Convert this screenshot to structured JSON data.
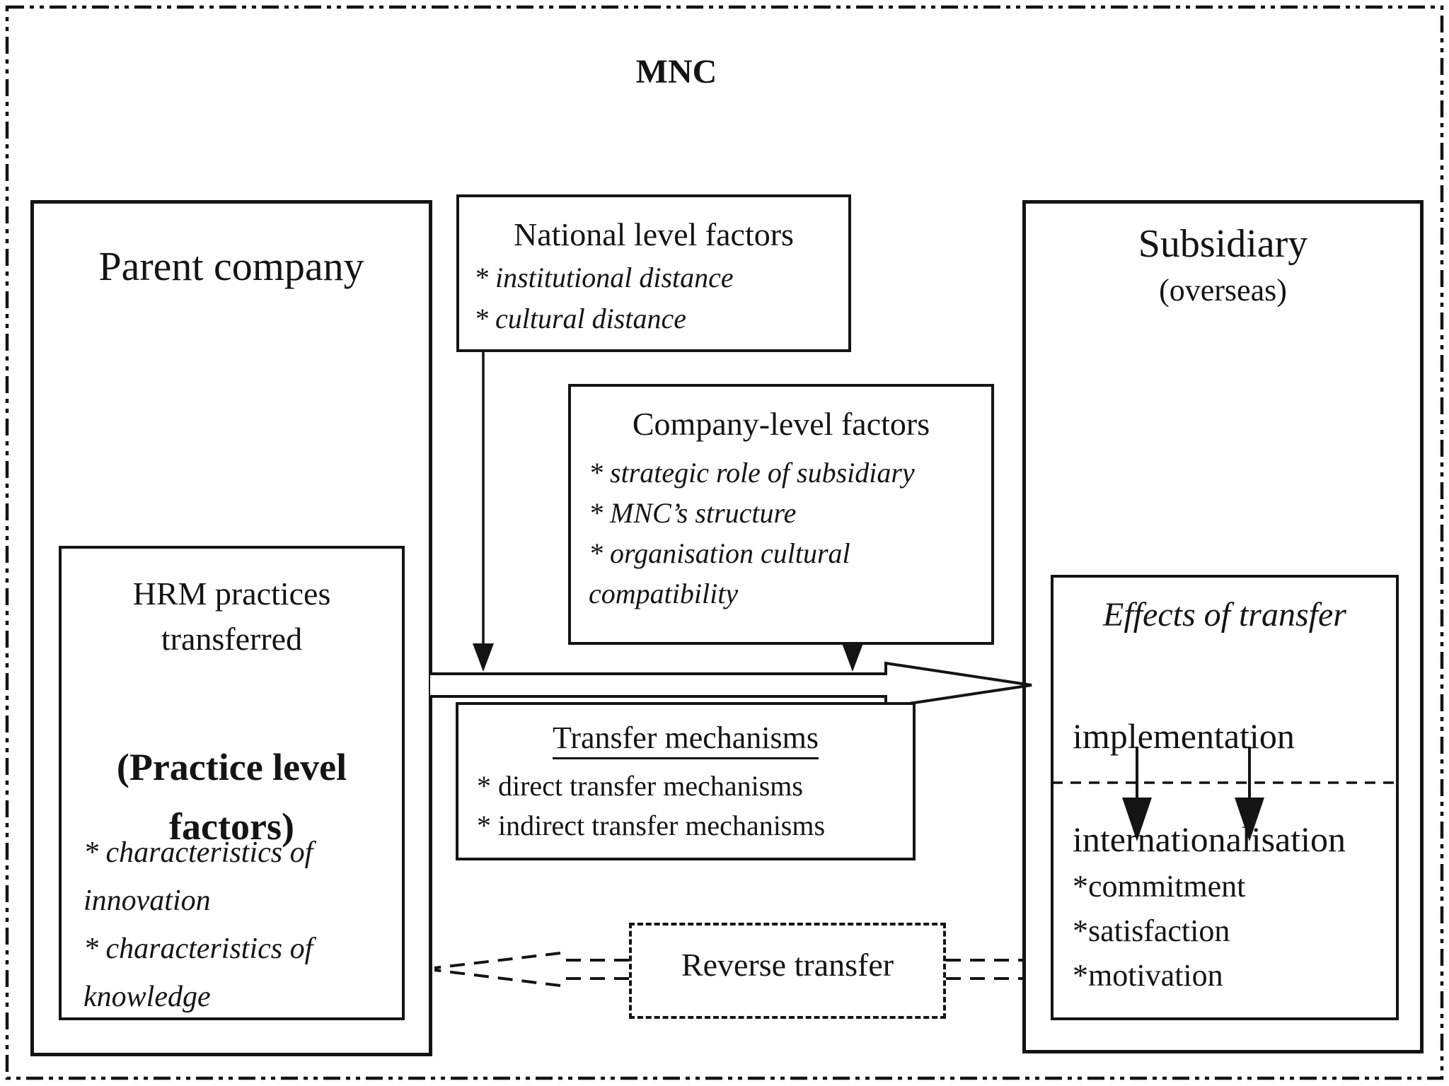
{
  "mnc_label": "MNC",
  "parent_company": {
    "title": "Parent company",
    "hrm": {
      "title_line1": "HRM practices",
      "title_line2": "transferred",
      "subtitle_line1": "(Practice level",
      "subtitle_line2": "factors)",
      "bullet1_line1": "* characteristics of",
      "bullet1_line2": "innovation",
      "bullet2_line1": "* characteristics of",
      "bullet2_line2": "knowledge"
    }
  },
  "national_factors": {
    "title": "National level factors",
    "bullet1": "* institutional distance",
    "bullet2": "* cultural distance"
  },
  "company_factors": {
    "title": "Company-level factors",
    "bullet1": "* strategic role of subsidiary",
    "bullet2": "* MNC’s structure",
    "bullet3_line1": "* organisation cultural",
    "bullet3_line2": "compatibility"
  },
  "transfer_mechanisms": {
    "title": "Transfer mechanisms",
    "bullet1": "* direct transfer mechanisms",
    "bullet2": "* indirect transfer mechanisms"
  },
  "subsidiary": {
    "title": "Subsidiary",
    "subtitle": "(overseas)",
    "effects": {
      "title": "Effects of transfer",
      "stage1": "implementation",
      "stage2": "internationalisation",
      "bullet1": "*commitment",
      "bullet2": "*satisfaction",
      "bullet3": "*motivation"
    }
  },
  "reverse_transfer": {
    "label": "Reverse transfer"
  },
  "colors": {
    "ink": "#141414",
    "background": "#ffffff"
  }
}
